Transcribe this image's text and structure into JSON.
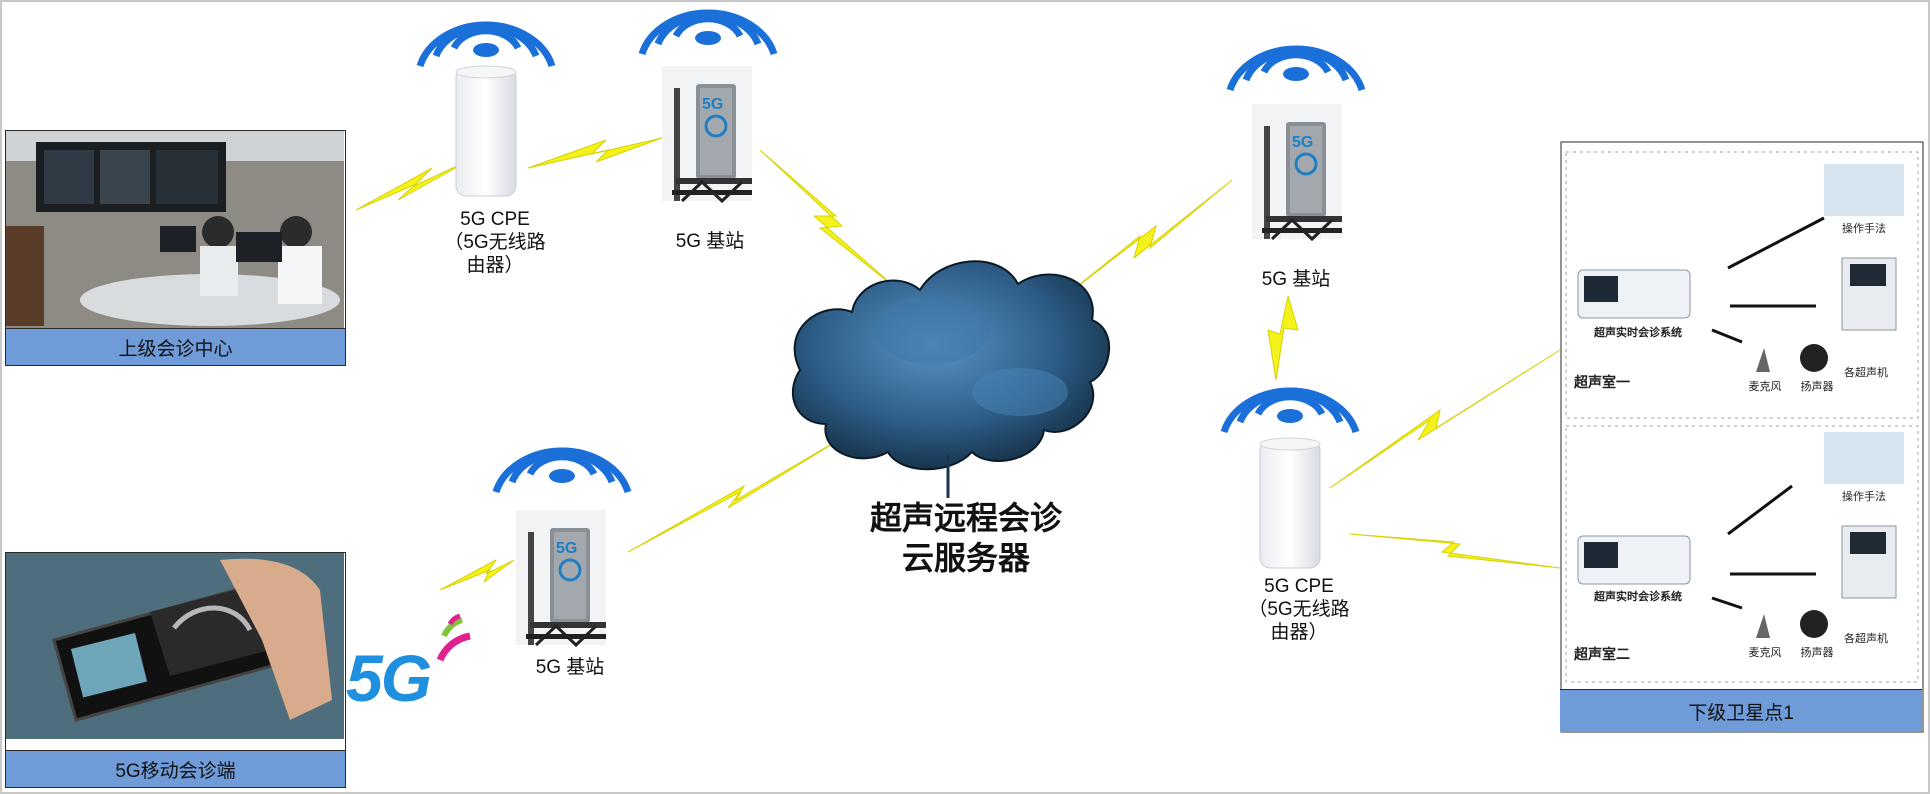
{
  "center": {
    "line1": "超声远程会诊",
    "line2": "云服务器"
  },
  "nodes": {
    "upper_center": "上级会诊中心",
    "mobile_terminal": "5G移动会诊端",
    "lower_site": "下级卫星点1",
    "base_station_a": "5G 基站",
    "base_station_b": "5G 基站",
    "base_station_c": "5G 基站",
    "cpe_a": {
      "line1": "5G CPE",
      "line2": "（5G无线路",
      "line3": "由器）"
    },
    "cpe_b": {
      "line1": "5G CPE",
      "line2": "（5G无线路",
      "line3": "由器）"
    }
  },
  "logo_5g": "5G",
  "rooms": [
    {
      "title": "超声室一",
      "system": "超声实时会诊系统",
      "operator": "操作手法",
      "machine": "各超声机",
      "mic": "麦克风",
      "speaker": "扬声器"
    },
    {
      "title": "超声室二",
      "system": "超声实时会诊系统",
      "operator": "操作手法",
      "machine": "各超声机",
      "mic": "麦克风",
      "speaker": "扬声器"
    }
  ],
  "tower_badge": "5G",
  "colors": {
    "bolt": "#f4f21a",
    "wifi": "#1a6fd9",
    "caption_bar": "#6f9bd8",
    "cloud": "#2e5f88"
  }
}
